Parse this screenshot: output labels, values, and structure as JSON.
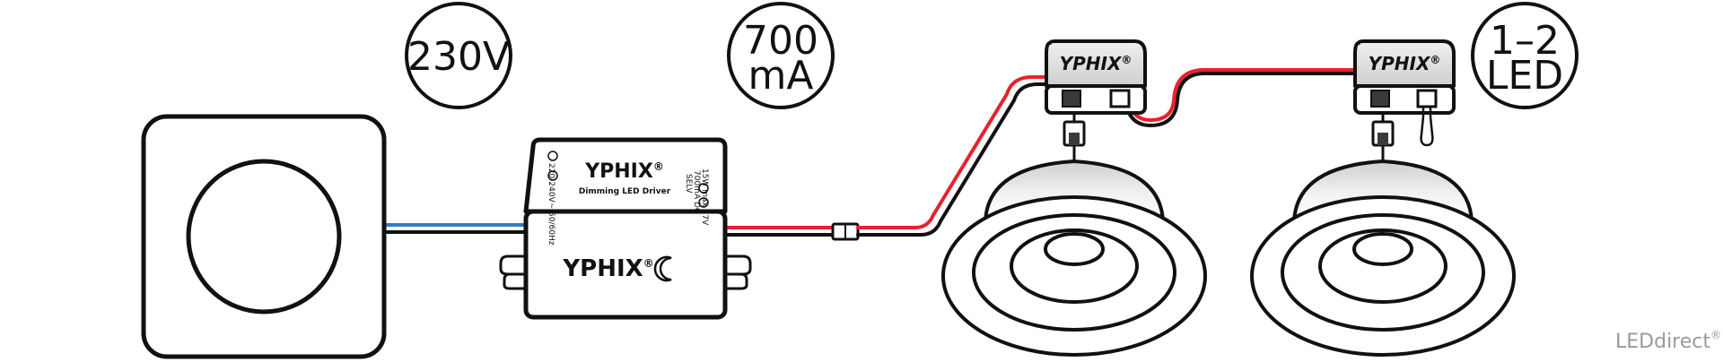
{
  "badges": {
    "voltage": "230V",
    "current_line1": "700",
    "current_line2": "mA",
    "led_line1": "1–2",
    "led_line2": "LED"
  },
  "driver": {
    "brand": "YPHIX",
    "brand_mark": "®",
    "subtitle": "Dimming LED Driver",
    "spec_left": "220-240V~ 50/60Hz",
    "spec_right_1": "SELV",
    "spec_right_2": "700mA DC",
    "spec_right_3": "15W max 17V"
  },
  "connectors": {
    "brand": "YPHIX",
    "brand_mark": "®"
  },
  "footer": {
    "credit": "LEDdirect",
    "credit_mark": "®"
  },
  "colors": {
    "live_wire": "#e8212e",
    "neutral_wire": "#2a7fc9",
    "black_wire": "#111111",
    "outline": "#111111",
    "fill": "#ffffff",
    "metal_light": "#e8e8e8",
    "metal_dark": "#bdbdbd",
    "credit_text": "#9a9a9a"
  },
  "icons": [
    "dimmer-switch",
    "led-driver",
    "connector-box",
    "recessed-downlight",
    "loop-cable"
  ]
}
